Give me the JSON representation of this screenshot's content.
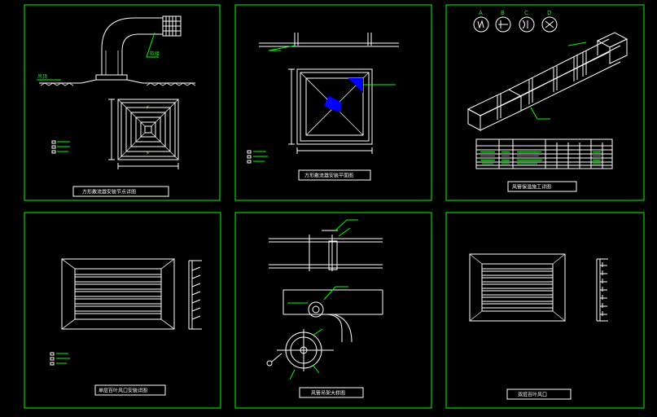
{
  "colors": {
    "background": "#000000",
    "frame": "#00ff00",
    "line": "#ffffff",
    "accent": "#0000ff",
    "dim": "#ff0000"
  },
  "panels": [
    {
      "id": "p1",
      "caption": "方形散流器安装节点详图"
    },
    {
      "id": "p2",
      "caption": "方形散流器安装平面图"
    },
    {
      "id": "p3",
      "caption": "风管保温施工详图"
    },
    {
      "id": "p4",
      "caption": "单层百叶风口安装详图"
    },
    {
      "id": "p5",
      "caption": "风管吊架大样图"
    },
    {
      "id": "p6",
      "caption": "双层百叶风口"
    }
  ],
  "p3_circles": [
    "A",
    "B",
    "C",
    "D"
  ]
}
